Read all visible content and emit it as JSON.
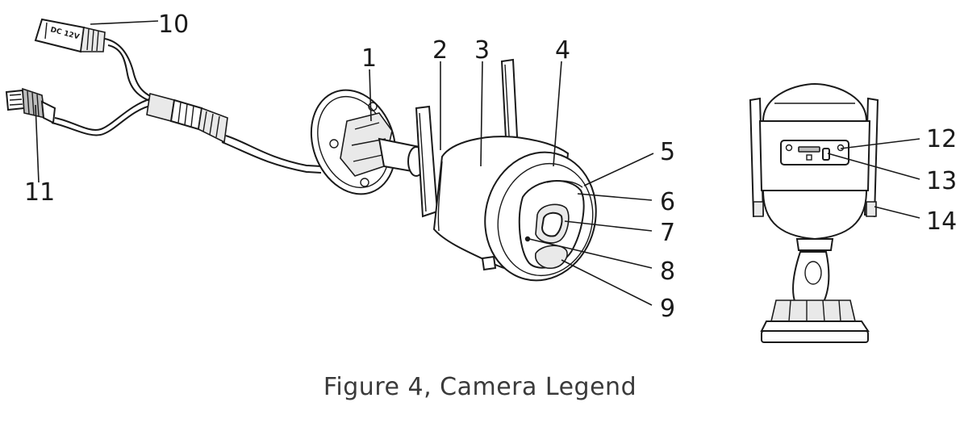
{
  "callouts": [
    "1",
    "2",
    "3",
    "4",
    "5",
    "6",
    "7",
    "8",
    "9",
    "10",
    "11",
    "12",
    "13",
    "14"
  ],
  "caption": "Figure 4, Camera Legend",
  "connector_text": "DC 12V"
}
